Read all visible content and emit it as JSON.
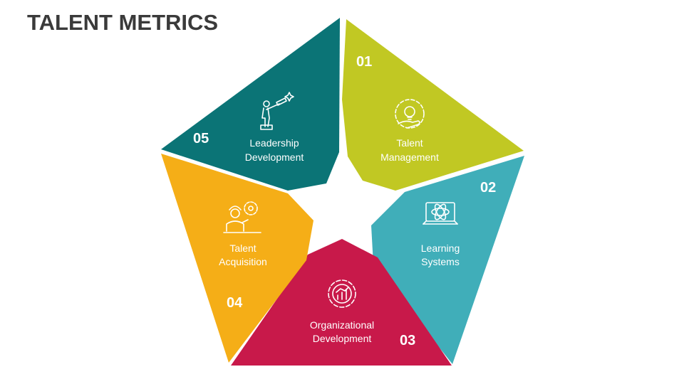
{
  "title": "TALENT METRICS",
  "segments": [
    {
      "number": "01",
      "label_line1": "Talent",
      "label_line2": "Management",
      "color": "#C1C823",
      "icon": "lightbulb-gear-hand-icon"
    },
    {
      "number": "02",
      "label_line1": "Learning",
      "label_line2": "Systems",
      "color": "#40AEB9",
      "icon": "laptop-atom-icon"
    },
    {
      "number": "03",
      "label_line1": "Organizational",
      "label_line2": "Development",
      "color": "#C8194A",
      "icon": "gear-bar-chart-icon"
    },
    {
      "number": "04",
      "label_line1": "Talent",
      "label_line2": "Acquisition",
      "color": "#F5AE17",
      "icon": "worker-gear-icon"
    },
    {
      "number": "05",
      "label_line1": "Leadership",
      "label_line2": "Development",
      "color": "#0B7476",
      "icon": "person-telescope-icon"
    }
  ]
}
